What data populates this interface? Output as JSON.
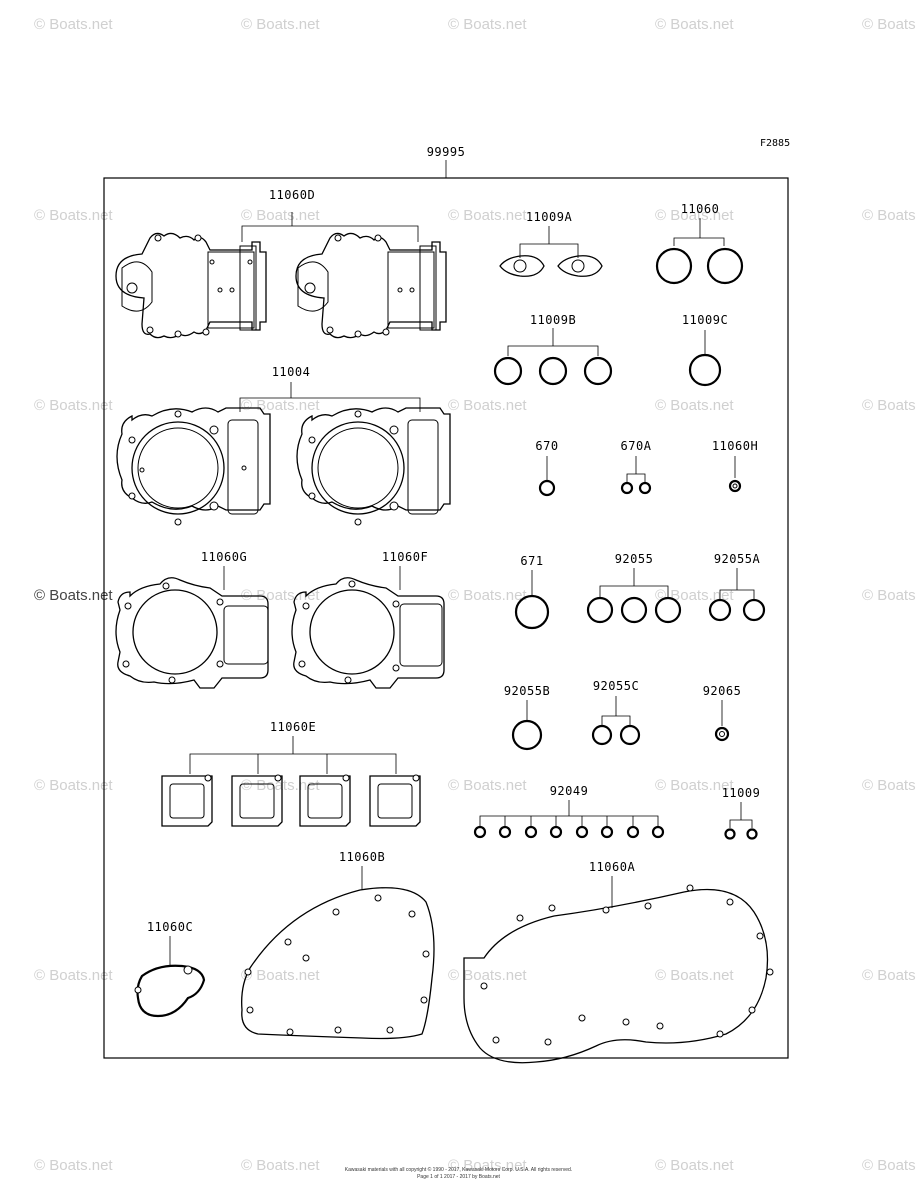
{
  "watermark": "© Boats.net",
  "figure_code": "F2885",
  "kit_number": "99995",
  "footer": {
    "line1": "Kawasaki materials with all copyright © 1990 - 2017, Kawasaki Motors Corp. U.S.A. All rights reserved.",
    "line2": "Page 1 of 1 2017 - 2017 by Boats.net"
  },
  "parts": {
    "p11060D": "11060D",
    "p11004": "11004",
    "p11060G": "11060G",
    "p11060F": "11060F",
    "p11060E": "11060E",
    "p11060B": "11060B",
    "p11060C": "11060C",
    "p11060A": "11060A",
    "p11009A": "11009A",
    "p11060": "11060",
    "p11009B": "11009B",
    "p11009C": "11009C",
    "p670": "670",
    "p670A": "670A",
    "p11060H": "11060H",
    "p671": "671",
    "p92055": "92055",
    "p92055A": "92055A",
    "p92055B": "92055B",
    "p92055C": "92055C",
    "p92065": "92065",
    "p92049": "92049",
    "p11009": "11009"
  }
}
